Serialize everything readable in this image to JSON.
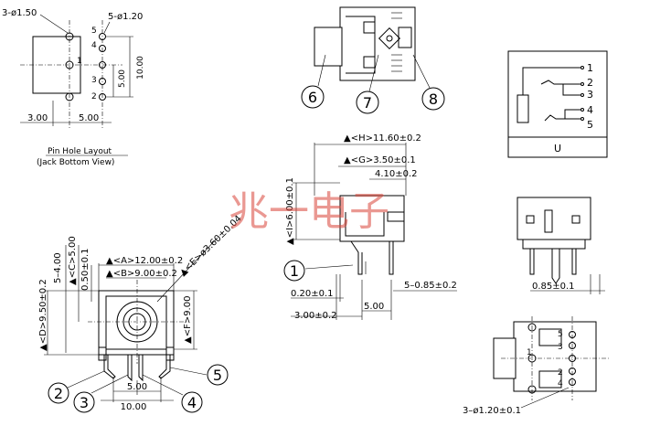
{
  "top_left": {
    "hole_label_a": "3-ø1.50",
    "hole_label_b": "5-ø1.20",
    "pins": [
      "5",
      "4",
      "1",
      "3",
      "2"
    ],
    "dim_vert_5": "5.00",
    "dim_vert_10": "10.00",
    "dim_h_3": "3.00",
    "dim_h_5": "5.00",
    "caption_line1": "Pin Hole Layout",
    "caption_line2": "(Jack Bottom View)"
  },
  "top_mid": {
    "callouts": [
      "6",
      "7",
      "8"
    ]
  },
  "schematic": {
    "pins": [
      "1",
      "2",
      "3",
      "4",
      "5"
    ],
    "label": "U"
  },
  "mid_center": {
    "dim_h": "▲<H>11.60±0.2",
    "dim_g": "▲<G>3.50±0.1",
    "dim_410": "4.10±0.2",
    "dim_i": "▲<I>6.00±0.1",
    "callout": "1",
    "dim_020": "0.20±0.1",
    "dim_300": "3.00±0.2",
    "dim_500": "5.00",
    "dim_585": "5–0.85±0.2"
  },
  "right_mid": {
    "dim": "0.85±0.1"
  },
  "bottom_left": {
    "dim_a": "▲<A>12.00±0.2",
    "dim_b": "▲<B>9.00±0.2",
    "dim_e": "▲<E>ø3.60±0.04",
    "dim_f": "▲<F>9.00",
    "dim_d": "▲<D>9.50±0.2",
    "dim_c": "▲<C>5.00",
    "dim_5_400": "5–4.00",
    "dim_050": "0.50±0.1",
    "dim_500": "5.00",
    "dim_1000": "10.00",
    "callouts": [
      "2",
      "3",
      "4",
      "5"
    ]
  },
  "bottom_right": {
    "pins": [
      "5",
      "3",
      "1",
      "2",
      "4"
    ],
    "hole_label": "3–ø1.20±0.1"
  },
  "watermark": "兆一电子"
}
